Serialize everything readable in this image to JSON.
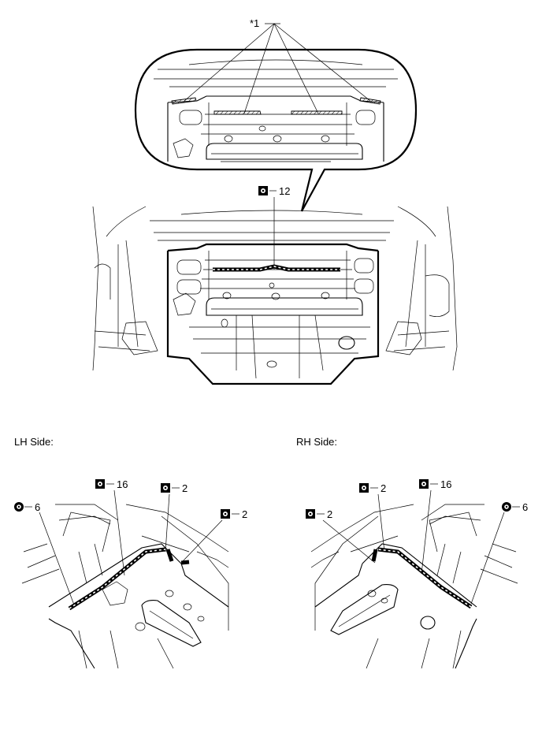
{
  "callouts": {
    "star1": "*1",
    "main_count": "12",
    "lh_a": "6",
    "lh_b": "16",
    "lh_c": "2",
    "lh_d": "2",
    "rh_a": "2",
    "rh_b": "16",
    "rh_c": "2",
    "rh_d": "6"
  },
  "sides": {
    "lh_title": "LH Side:",
    "rh_title": "RH Side:"
  },
  "icons": {
    "spot_weld_square": "spot-weld-square-icon",
    "spot_weld_circle": "spot-weld-circle-icon"
  }
}
